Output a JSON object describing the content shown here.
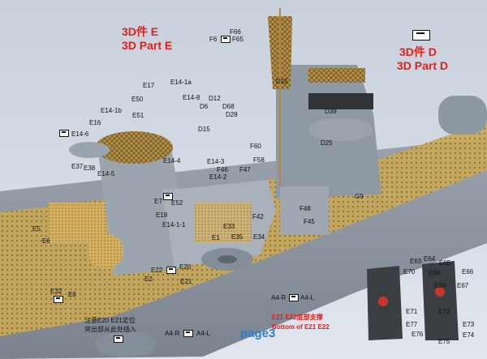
{
  "header": {
    "part_e_cn": "3D件 E",
    "part_e_en": "3D Part E",
    "part_d_cn": "3D件 D",
    "part_d_en": "3D Part D"
  },
  "labels": {
    "f66": "F66",
    "f65": "F65",
    "f6": "F6",
    "d15": "D15",
    "d12": "D12",
    "d68": "D68",
    "d6": "D6",
    "d28": "D28",
    "d39": "D39",
    "d25": "D25",
    "e17": "E17",
    "e14_1a": "E14-1a",
    "e50": "E50",
    "e51": "E51",
    "e14_1b": "E14-1b",
    "e14_8": "E14-8",
    "e16": "E16",
    "e14_6": "E14-6",
    "e14_4": "E14-4",
    "e14_5": "E14-5",
    "e38": "E38",
    "e37": "E37",
    "e7": "E7",
    "e52": "E52",
    "e18": "E18",
    "e14_1_1": "E14-1-1",
    "e14_2": "E14-2",
    "e14_3": "E14-3",
    "e5": "E5",
    "e6": "E6",
    "e22": "E22",
    "e20": "E20",
    "e2": "E2",
    "e21": "E21",
    "e1": "E1",
    "e33": "E33",
    "e35": "E35",
    "e34": "E34",
    "f60": "F60",
    "f58": "F58",
    "f46": "F46",
    "f47": "F47",
    "f42": "F42",
    "f48": "F48",
    "f45": "F45",
    "g9": "G9",
    "e32": "E32",
    "e8": "E8",
    "a4_r": "A4-R",
    "a4_l": "A4-L",
    "e63": "E63",
    "e64": "E64",
    "e65": "E65",
    "e66": "E66",
    "e70": "E70",
    "e68": "E68",
    "e67": "E67",
    "e69": "E69",
    "e71": "E71",
    "e72": "E72",
    "e77": "E77",
    "e73": "E73",
    "e76": "E76",
    "e74": "E74",
    "e75": "E75"
  },
  "notes": {
    "bottom_support_cn": "E21 E22底部支撑",
    "bottom_support_en": "Bottom of E21 E22",
    "position_cn_1": "注意E20 E21定位",
    "position_cn_2": "突出部从此处插入"
  },
  "footer": {
    "page": "page3"
  },
  "colors": {
    "callout_red": "#e0201a",
    "page_blue": "#2a7fd0",
    "hull_gray": "#8d98a4",
    "brass": "#c9a24a"
  }
}
